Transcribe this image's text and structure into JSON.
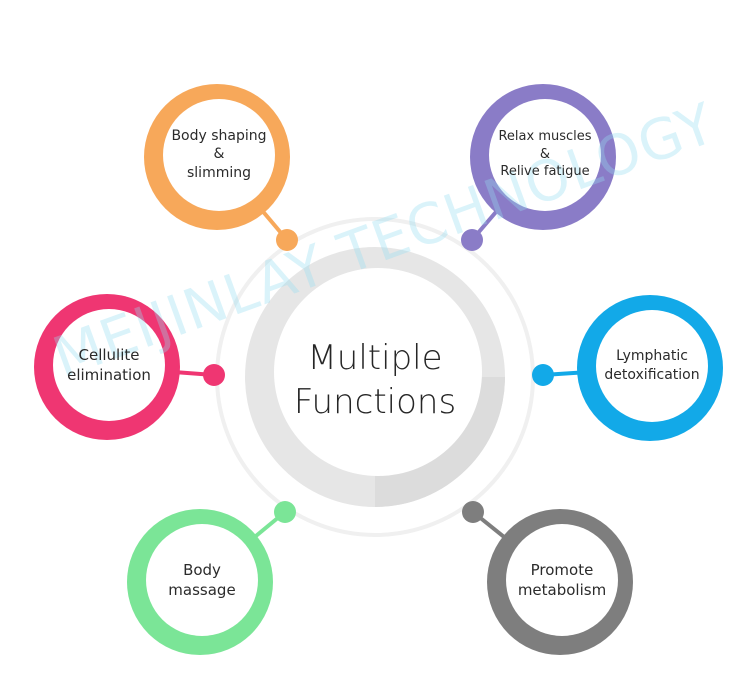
{
  "center": {
    "line1": "Multiple",
    "line2": "Functions"
  },
  "watermark": "MEIJINLAY TECHNOLOGY",
  "nodes": [
    {
      "id": "body-shaping",
      "lines": [
        "Body shaping",
        "&",
        "slimming"
      ],
      "color": "#f7a85a"
    },
    {
      "id": "relax-muscles",
      "lines": [
        "Relax muscles",
        "&",
        "Relive fatigue"
      ],
      "color": "#8a7cc7"
    },
    {
      "id": "cellulite",
      "lines": [
        "Cellulite",
        "elimination"
      ],
      "color": "#ef3672"
    },
    {
      "id": "lymphatic",
      "lines": [
        "Lymphatic",
        "detoxification"
      ],
      "color": "#12a9e8"
    },
    {
      "id": "body-massage",
      "lines": [
        "Body",
        "massage"
      ],
      "color": "#7be597"
    },
    {
      "id": "metabolism",
      "lines": [
        "Promote",
        "metabolism"
      ],
      "color": "#7e7e7e"
    }
  ]
}
